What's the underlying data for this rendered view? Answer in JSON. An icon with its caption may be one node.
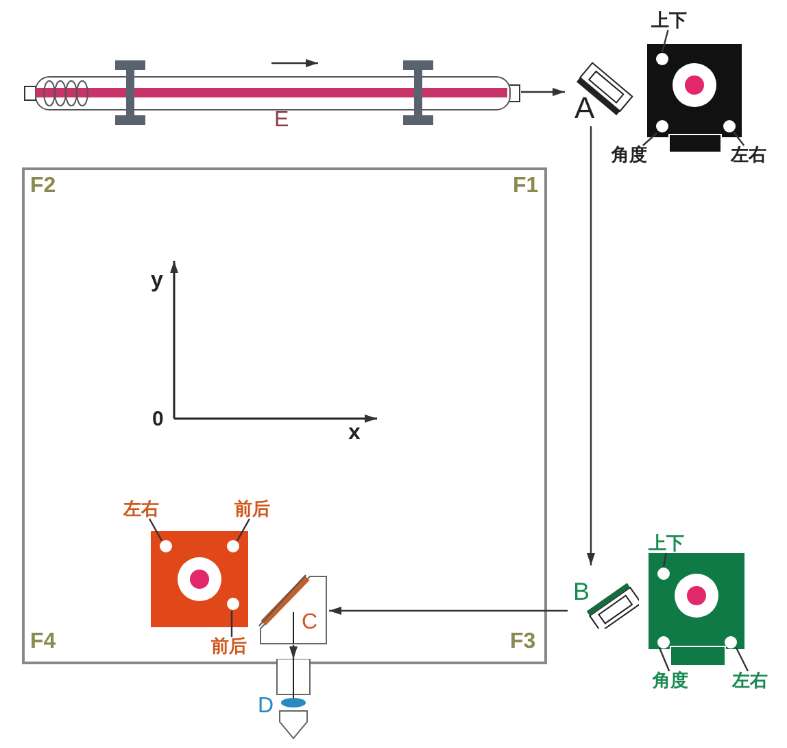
{
  "diagram": {
    "nodes": [
      {
        "text": [
          "E"
        ]
      },
      {
        "text": [
          "A"
        ]
      },
      {
        "text": [
          "上下"
        ]
      },
      {
        "text": [
          "角度"
        ]
      },
      {
        "text": [
          "左右"
        ]
      },
      {
        "text": [
          "B"
        ]
      },
      {
        "text": [
          "上下"
        ]
      },
      {
        "text": [
          "角度"
        ]
      },
      {
        "text": [
          "左右"
        ]
      },
      {
        "text": [
          "左右"
        ]
      },
      {
        "text": [
          "前后"
        ]
      },
      {
        "text": [
          "前后"
        ]
      },
      {
        "text": [
          "C"
        ]
      },
      {
        "text": [
          "D"
        ]
      }
    ],
    "edges": [
      {
        "from": 0,
        "to": 1,
        "arrow": "to"
      },
      {
        "from": 1,
        "to": 5,
        "arrow": "to"
      },
      {
        "from": 5,
        "to": 12,
        "arrow": "to"
      },
      {
        "from": 12,
        "to": 13,
        "arrow": "to"
      },
      {
        "from": 2,
        "to": null,
        "arrow": "none"
      },
      {
        "from": 3,
        "to": null,
        "arrow": "none"
      },
      {
        "from": 4,
        "to": null,
        "arrow": "none"
      },
      {
        "from": 6,
        "to": null,
        "arrow": "none"
      },
      {
        "from": 7,
        "to": null,
        "arrow": "none"
      },
      {
        "from": 8,
        "to": null,
        "arrow": "none"
      },
      {
        "from": 9,
        "to": null,
        "arrow": "none"
      },
      {
        "from": 10,
        "to": null,
        "arrow": "none"
      },
      {
        "from": 11,
        "to": null,
        "arrow": "none"
      }
    ],
    "labels": [
      "F2",
      "F1",
      "y",
      "0",
      "x",
      "F4",
      "F3"
    ]
  }
}
